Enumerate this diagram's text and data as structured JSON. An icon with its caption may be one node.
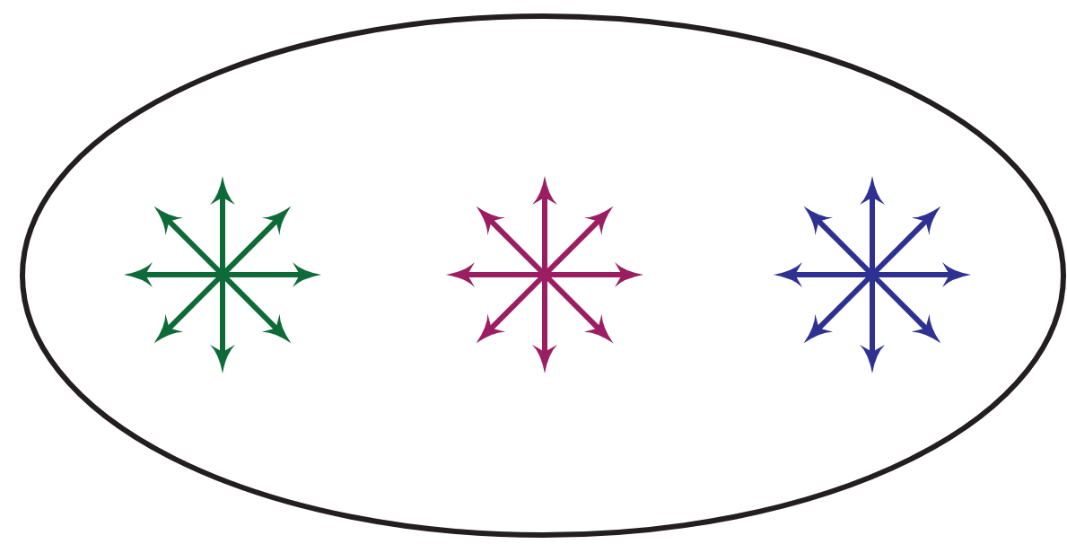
{
  "diagram": {
    "nodes": [
      {
        "text": [],
        "shape": "ellipse"
      },
      {
        "text": [],
        "shape": "picture",
        "in": 0
      },
      {
        "text": [],
        "shape": "picture",
        "in": 0
      },
      {
        "text": [],
        "shape": "picture",
        "in": 0
      }
    ]
  }
}
